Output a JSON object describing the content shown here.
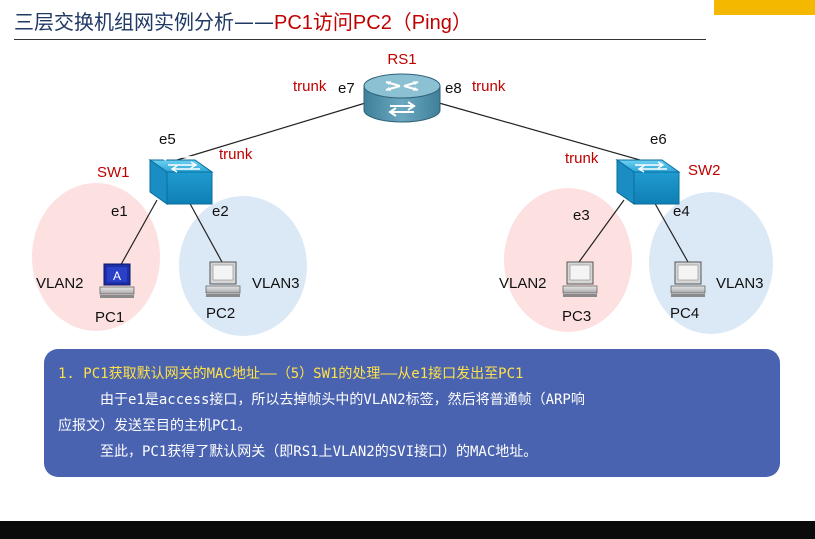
{
  "header": {
    "title_main": "三层交换机组网实例分析——",
    "title_sub": "PC1访问PC2（Ping）"
  },
  "diagram": {
    "router": {
      "name": "RS1",
      "port_left": "e7",
      "port_right": "e8",
      "trunk_left": "trunk",
      "trunk_right": "trunk"
    },
    "switch_left": {
      "name": "SW1",
      "port_up": "e5",
      "trunk": "trunk",
      "port_a": "e1",
      "port_b": "e2"
    },
    "switch_right": {
      "name": "SW2",
      "port_up": "e6",
      "trunk": "trunk",
      "port_a": "e3",
      "port_b": "e4"
    },
    "pcs": [
      {
        "name": "PC1",
        "vlan": "VLAN2",
        "badge": "A"
      },
      {
        "name": "PC2",
        "vlan": "VLAN3"
      },
      {
        "name": "PC3",
        "vlan": "VLAN2"
      },
      {
        "name": "PC4",
        "vlan": "VLAN3"
      }
    ]
  },
  "info": {
    "heading": "1. PC1获取默认网关的MAC地址——（5）SW1的处理——从e1接口发出至PC1",
    "line1": "由于e1是access接口，所以去掉帧头中的VLAN2标签，然后将普通帧（ARP响",
    "line2": "应报文）发送至目的主机PC1。",
    "line3": "至此，PC1获得了默认网关（即RS1上VLAN2的SVI接口）的MAC地址。"
  },
  "colors": {
    "title": "#1f3864",
    "accent_red": "#c00000",
    "vlan2_fill": "#fde0e0",
    "vlan3_fill": "#dbe8f6",
    "info_bg": "#4a63b0",
    "info_heading": "#ffe14a",
    "corner_tab": "#f5b800"
  }
}
